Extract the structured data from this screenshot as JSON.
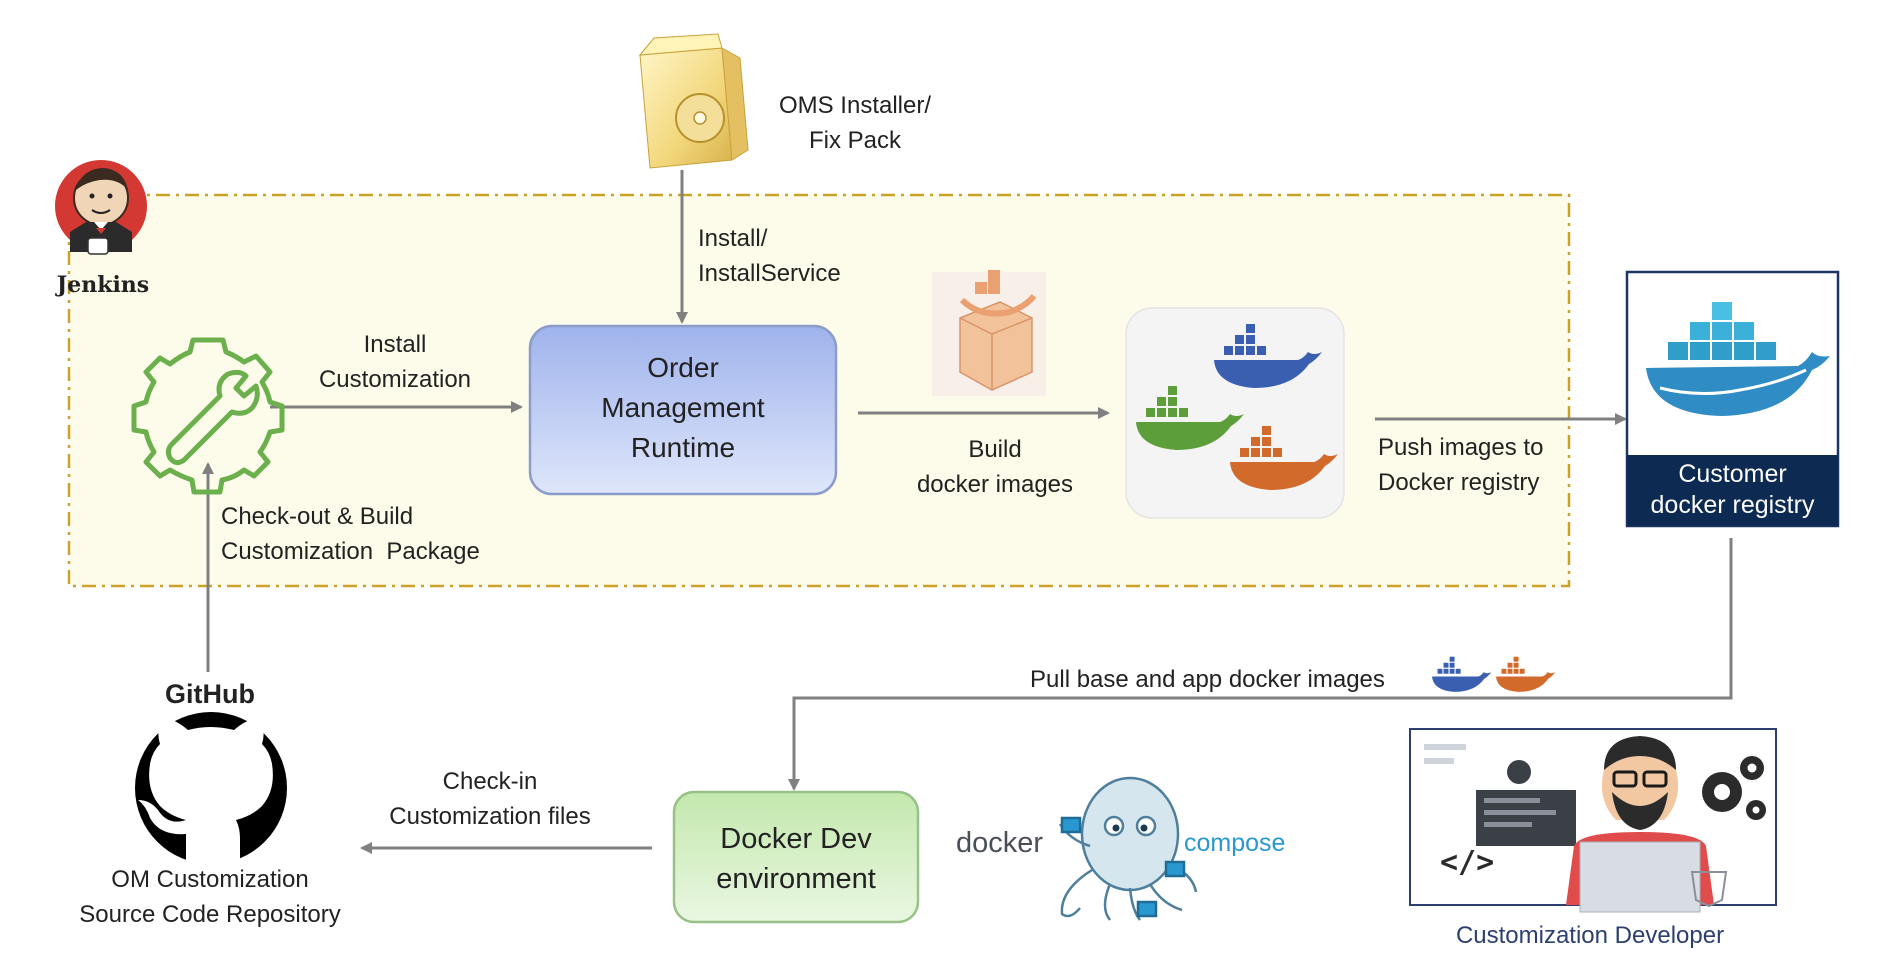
{
  "jenkins": {
    "label": "Jenkins"
  },
  "installer": {
    "label_lines": [
      "OMS Installer/",
      "Fix Pack"
    ]
  },
  "install_edge": {
    "label_lines": [
      "Install/",
      "InstallService"
    ]
  },
  "customization_edge": {
    "label_lines": [
      "Install",
      "Customization"
    ]
  },
  "order_runtime": {
    "label_lines": [
      "Order",
      "Management",
      "Runtime"
    ]
  },
  "build_edge": {
    "label_lines": [
      "Build",
      "docker images"
    ]
  },
  "push_edge": {
    "label_lines": [
      "Push images to",
      "Docker registry"
    ]
  },
  "registry": {
    "label_lines": [
      "Customer",
      "docker registry"
    ]
  },
  "checkout_edge": {
    "label_lines": [
      "Check-out & Build",
      "Customization  Package"
    ]
  },
  "pull_edge": {
    "label": "Pull base and app docker images"
  },
  "github": {
    "title": "GitHub",
    "label_lines": [
      "OM Customization",
      "Source Code Repository"
    ]
  },
  "checkin_edge": {
    "label_lines": [
      "Check-in",
      "Customization files"
    ]
  },
  "docker_dev": {
    "label_lines": [
      "Docker Dev",
      "environment"
    ]
  },
  "compose": {
    "left": "docker",
    "right": "compose"
  },
  "developer": {
    "label": "Customization Developer"
  },
  "colors": {
    "jenkins_zone_fill": "#fdfcea",
    "jenkins_zone_border": "#c9a227",
    "runtime_fill": "#b5c3ee",
    "docker_dev_fill": "#d4efc4",
    "registry_navy": "#0d2a52",
    "arrow": "#808080",
    "docker_blue": "#3b5fb0",
    "docker_green": "#5c9e3a",
    "docker_orange": "#d26a2c",
    "gear_green": "#6bb04c"
  }
}
